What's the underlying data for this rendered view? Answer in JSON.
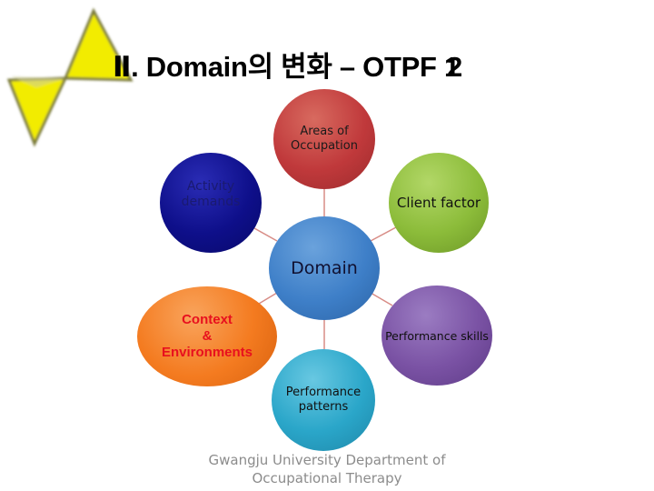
{
  "title": {
    "numeral": "Ⅱ",
    "text": ". Domain의 변화 – OTPF",
    "num_a": "1",
    "num_b": "2"
  },
  "diagram": {
    "center": {
      "label": "Domain",
      "color": "#3e7fc8"
    },
    "nodes": [
      {
        "id": "areas-of-occupation",
        "lines": [
          "Areas of",
          "Occupation"
        ],
        "color": "#c0393b"
      },
      {
        "id": "client-factor",
        "lines": [
          "Client factor"
        ],
        "color": "#8cbc3a"
      },
      {
        "id": "performance-skills",
        "lines": [
          "Performance skills"
        ],
        "color": "#7a52a4"
      },
      {
        "id": "performance-patterns",
        "lines": [
          "Performance",
          "patterns"
        ],
        "color": "#2aa6c9"
      },
      {
        "id": "context-environments",
        "lines": [
          "Context",
          "&",
          "Environments"
        ],
        "color": "#f47b20",
        "text_color": "#e8101e"
      },
      {
        "id": "activity-demands",
        "lines": [
          "Activity",
          "demands"
        ],
        "color": "#0e0f8a",
        "text_color": "#1a1a70"
      }
    ],
    "connector_color": "#d88c86",
    "logo_color": "#f2ec00"
  },
  "footer": {
    "line1": "Gwangju University Department of",
    "line2": "Occupational Therapy"
  }
}
